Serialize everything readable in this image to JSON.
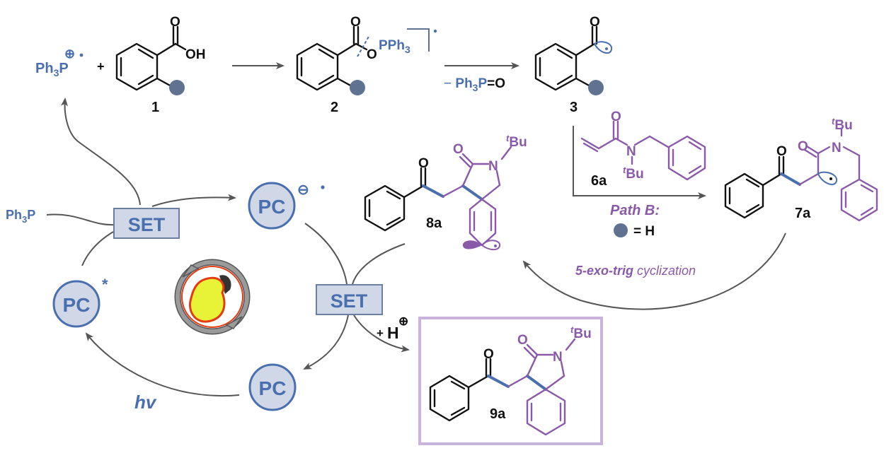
{
  "colors": {
    "blue": "#4a6fae",
    "purple": "#8a5aa8",
    "black": "#111111",
    "arrow_grey": "#555555",
    "pc_fill": "#d0d8e8",
    "substituent_dot": "#5f7292",
    "product_box_border": "#c9b3dc",
    "lamp_yellow": "#e8f236",
    "lamp_red": "#e53a12"
  },
  "reagents": {
    "ph3p_radical_cation": {
      "base": "Ph",
      "sub": "3",
      "atom": "P",
      "charge": "⊕",
      "radical": "•"
    },
    "plus_1": "+",
    "acid_O": "O",
    "acid_OH": "OH",
    "ph3p": {
      "base": "Ph",
      "sub": "3",
      "atom": "P"
    },
    "byproduct": {
      "minus": "−",
      "base": "Ph",
      "sub": "3",
      "tail": "P",
      "eq": "=",
      "O": "O"
    }
  },
  "intermediate_2": {
    "O_top": "O",
    "O_link": "O",
    "pph3": "PPh",
    "pph3_sub": "3",
    "radical": "•"
  },
  "intermediate_3": {
    "O": "O"
  },
  "compound_labels": {
    "c1": "1",
    "c2": "2",
    "c3": "3",
    "c6a": "6a",
    "c7a": "7a",
    "c8a": "8a",
    "c9a": "9a"
  },
  "acrylamide_6a": {
    "O": "O",
    "N": "N",
    "tbu_t": "t",
    "tbu": "Bu"
  },
  "radical_7a": {
    "O_ketone": "O",
    "O_amide": "O",
    "N": "N",
    "tbu_t": "t",
    "tbu": "Bu"
  },
  "spiro_8a": {
    "O_ketone": "O",
    "O_amide": "O",
    "N": "N",
    "tbu_t": "t",
    "tbu": "Bu"
  },
  "product_9a": {
    "O_ketone": "O",
    "O_amide": "O",
    "N": "N",
    "tbu_t": "t",
    "tbu": "Bu"
  },
  "path_b": {
    "title": "Path B:",
    "eq": "= H"
  },
  "cyclization": {
    "bold": "5-exo-trig",
    "rest": " cyclization"
  },
  "cycle": {
    "pc_label": "PC",
    "pc_anion_charge": "⊖",
    "pc_anion_radical": "•",
    "pc_excited_mark": "*",
    "set_label": "SET",
    "hv_label": "hv",
    "proton": {
      "plus": "+",
      "H": "H",
      "charge": "⊕"
    }
  }
}
